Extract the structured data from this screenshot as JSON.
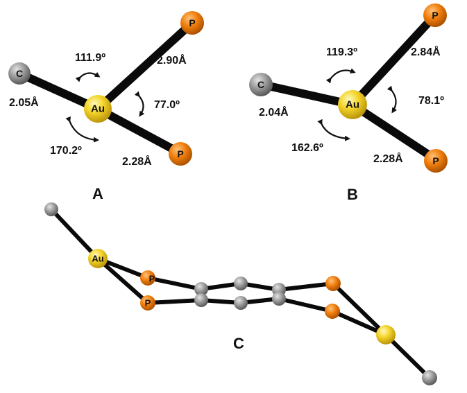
{
  "colors": {
    "gold": "#f2d21e",
    "phosphorus": "#ef7d0b",
    "carbon": "#8c8c8c",
    "bond": "#0a0a0a"
  },
  "atom_symbols": {
    "gold": "Au",
    "phosphorus": "P",
    "carbon": "C"
  },
  "panels": {
    "A": {
      "label": "A",
      "angles": {
        "c_au_p_top": "111.9º",
        "p_au_p": "77.0º",
        "c_au_p_bottom": "170.2º"
      },
      "distances": {
        "au_c": "2.05Å",
        "au_p_top": "2.90Å",
        "au_p_bottom": "2.28Å"
      }
    },
    "B": {
      "label": "B",
      "angles": {
        "c_au_p_top": "119.3º",
        "p_au_p": "78.1º",
        "c_au_p_bottom": "162.6º"
      },
      "distances": {
        "au_c": "2.04Å",
        "au_p_top": "2.84Å",
        "au_p_bottom": "2.28Å"
      }
    },
    "C": {
      "label": "C"
    }
  }
}
